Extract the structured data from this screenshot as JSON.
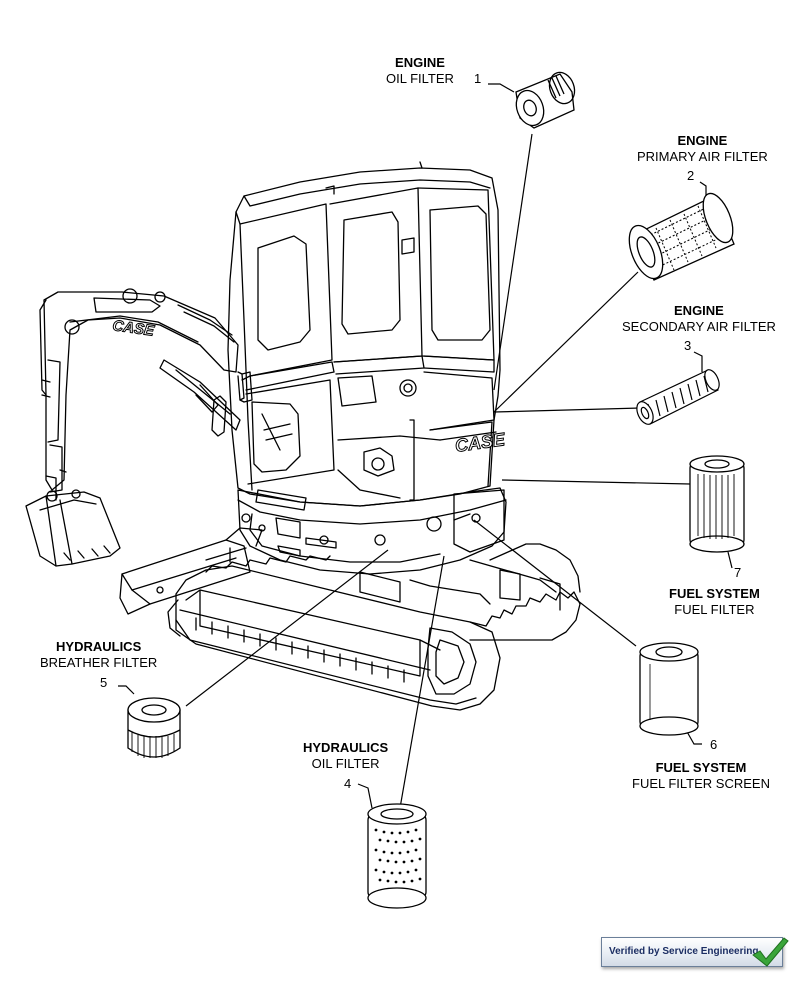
{
  "callouts": [
    {
      "num": "1",
      "system": "ENGINE",
      "part": "OIL FILTER"
    },
    {
      "num": "2",
      "system": "ENGINE",
      "part": "PRIMARY AIR FILTER"
    },
    {
      "num": "3",
      "system": "ENGINE",
      "part": "SECONDARY AIR FILTER"
    },
    {
      "num": "4",
      "system": "HYDRAULICS",
      "part": "OIL FILTER"
    },
    {
      "num": "5",
      "system": "HYDRAULICS",
      "part": "BREATHER FILTER"
    },
    {
      "num": "6",
      "system": "FUEL SYSTEM",
      "part": "FUEL FILTER SCREEN"
    },
    {
      "num": "7",
      "system": "FUEL SYSTEM",
      "part": "FUEL FILTER"
    }
  ],
  "machine": {
    "brand_boom": "CASE",
    "brand_body": "CASE"
  },
  "badge": {
    "text": "Verified by Service Engineering",
    "check_icon": "checkmark-icon",
    "color": "#3aa53a"
  }
}
